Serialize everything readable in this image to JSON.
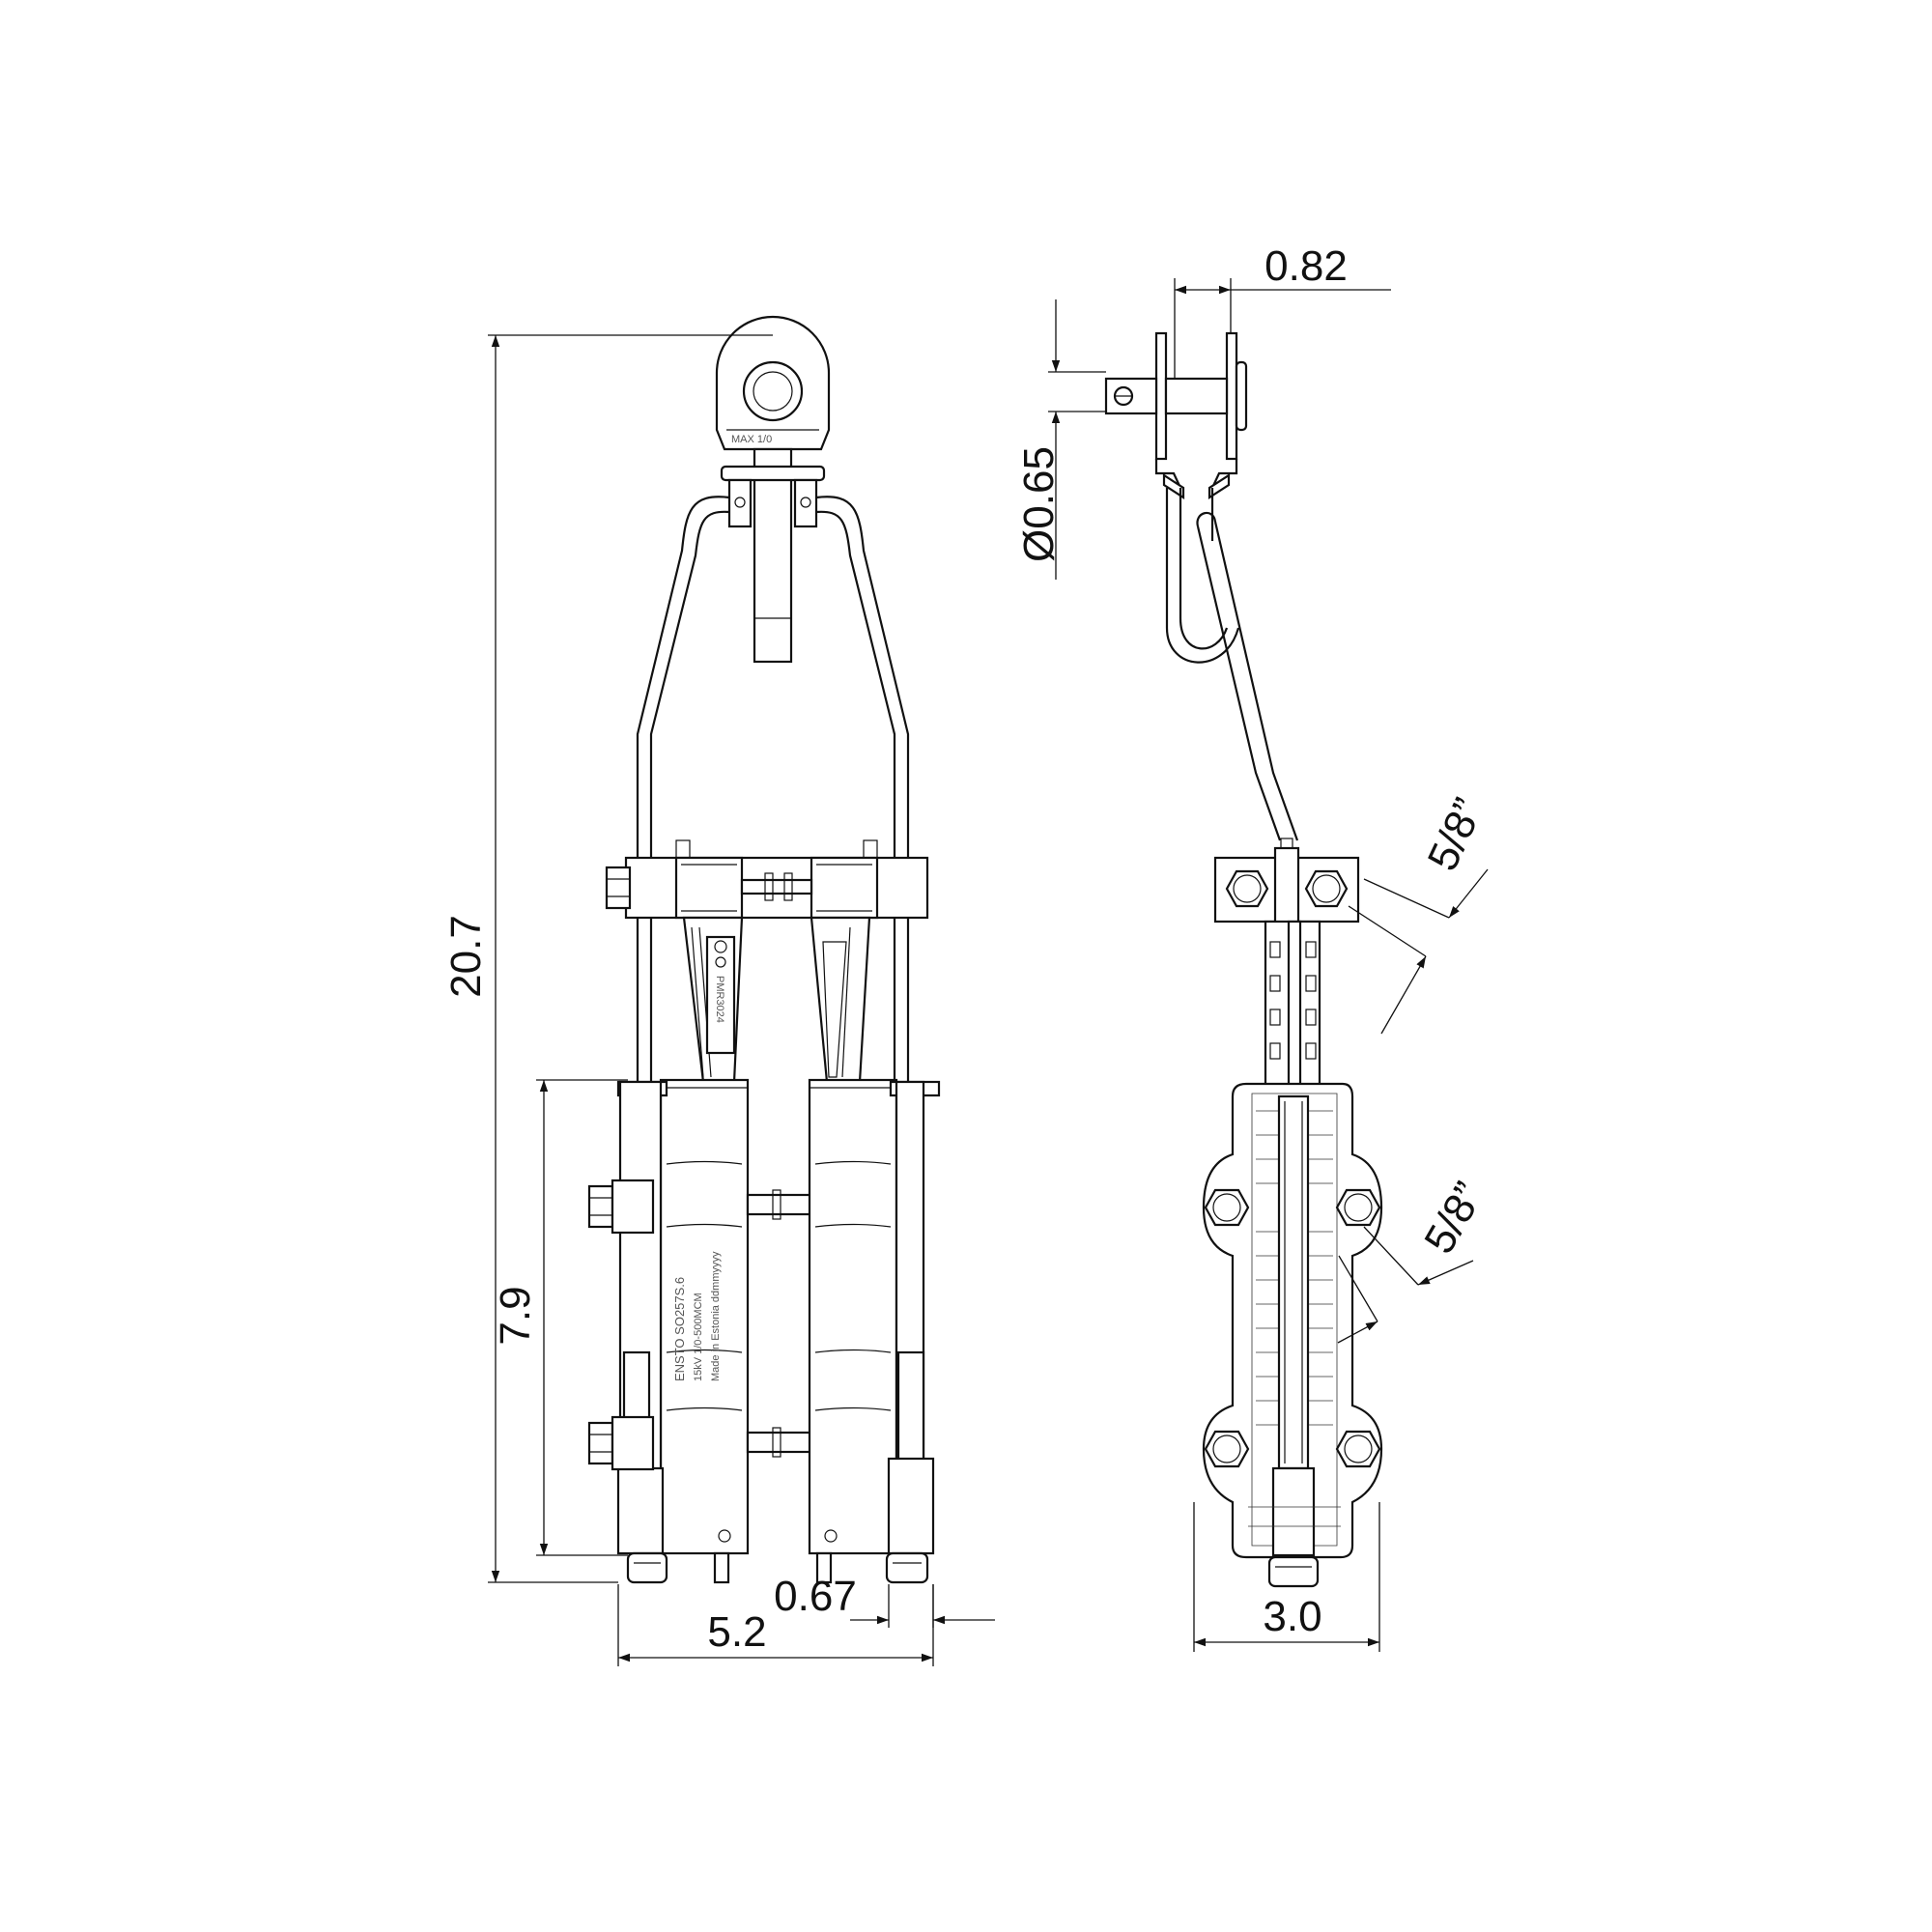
{
  "dimensions": {
    "overall_height": "20.7",
    "body_height": "7.9",
    "overall_width": "5.2",
    "bolt_offset": "0.67",
    "eye_width": "0.82",
    "eye_diameter": "Ø0.65",
    "bolt_size_top": "5/8”",
    "bolt_size_bottom": "5/8”",
    "side_width": "3.0"
  },
  "engravings": {
    "model": "ENSTO  SO257S.6",
    "rating": "15kV  1/0-500MCM",
    "origin": "Made in Estonia ddmmyyyy",
    "part": "PMR3024",
    "top_mark": "MAX 1/0"
  }
}
